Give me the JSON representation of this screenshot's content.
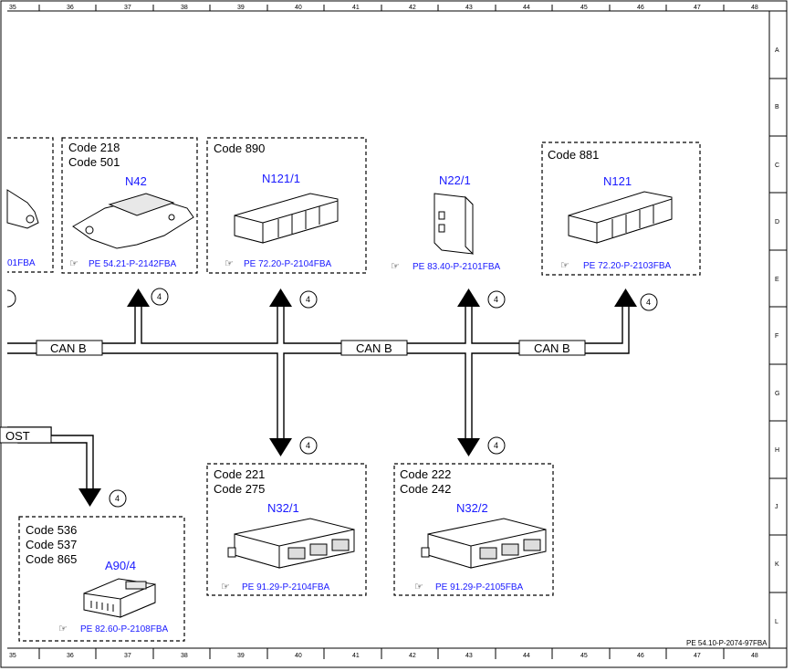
{
  "sheet": {
    "columns": [
      "35",
      "36",
      "37",
      "38",
      "39",
      "40",
      "41",
      "42",
      "43",
      "44",
      "45",
      "46",
      "47",
      "48"
    ],
    "rows": [
      "A",
      "B",
      "C",
      "D",
      "E",
      "F",
      "G",
      "H",
      "J",
      "K",
      "L"
    ],
    "doc_ref": "PE 54.10-P-2074-97FBA"
  },
  "bus": {
    "label": "CAN B",
    "connector_ref": "4",
    "partial_label": "OST"
  },
  "modules": {
    "left_cut": {
      "ref": "01FBA"
    },
    "n42": {
      "codes": [
        "Code 218",
        "Code 501"
      ],
      "id": "N42",
      "ref": "PE 54.21-P-2142FBA"
    },
    "n121_1": {
      "codes": [
        "Code 890"
      ],
      "id": "N121/1",
      "ref": "PE 72.20-P-2104FBA"
    },
    "n22_1": {
      "codes": [],
      "id": "N22/1",
      "ref": "PE 83.40-P-2101FBA"
    },
    "n121": {
      "codes": [
        "Code 881"
      ],
      "id": "N121",
      "ref": "PE 72.20-P-2103FBA"
    },
    "n32_1": {
      "codes": [
        "Code 221",
        "Code 275"
      ],
      "id": "N32/1",
      "ref": "PE 91.29-P-2104FBA"
    },
    "n32_2": {
      "codes": [
        "Code 222",
        "Code 242"
      ],
      "id": "N32/2",
      "ref": "PE 91.29-P-2105FBA"
    },
    "a90_4": {
      "codes": [
        "Code 536",
        "Code 537",
        "Code 865"
      ],
      "id": "A90/4",
      "ref": "PE 82.60-P-2108FBA"
    }
  }
}
